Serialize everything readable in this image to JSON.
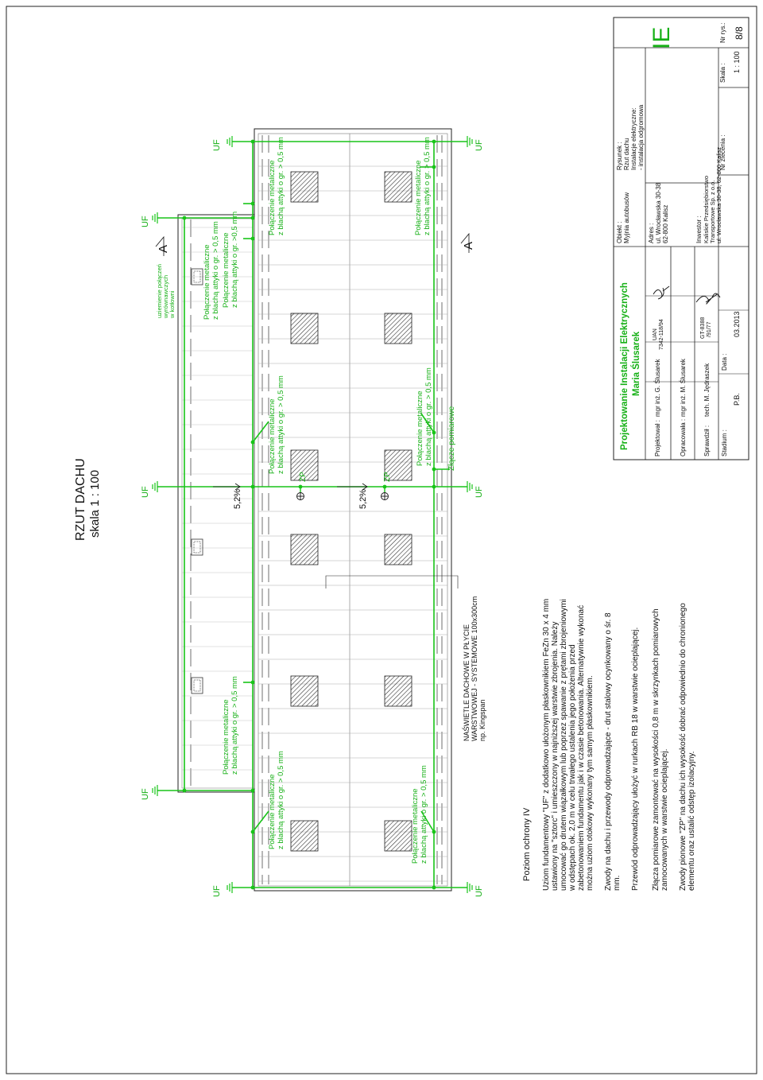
{
  "drawing": {
    "title": "RZUT DACHU",
    "scale": "skala 1 : 100"
  },
  "labels": {
    "uf": "UF",
    "zp": "ZP",
    "slope": "5,2%",
    "section_mark": "A",
    "connection_line1": "Połączenie metaliczne",
    "connection_line2": "z blachą attyki o gr. > 0,5 mm",
    "connection_line2_alt": "z blachą attyki o gr. >0,5 mm",
    "measurement_joint": "Złącze pomiarowe",
    "equalization_note": [
      "uziemienie połączeń",
      "wyrównawczych",
      "w kotłowni"
    ],
    "skylights_note": [
      "NAŚWIETLE DACHOWE W PŁYCIE",
      "WARSTWOWEJ - SYSTEMOWE 100x300cm",
      "np. Kingspan"
    ]
  },
  "notes": {
    "heading": "Poziom ochrony IV",
    "p1": [
      "Uziom fundamentowy \"UF\" z dodatkowo ułożonym płaskownikiem FeZn 30 x 4 mm",
      "ustawiony na \"sztorc\" i umieszczony w najniższej warstwie zbrojenia. Należy",
      "umocować go drutem wiązałkowym lub poprzez spawanie z prętami zbrojeniowymi",
      "w odstępach ok. 2,0 m w celu trwałego ustalenia jego położenia przed",
      "zabetonowaniem fundamentu jak i w czasie betonowania. Alternatywnie wykonać",
      "można uziom otokowy wykonany tym samym płaskownikiem."
    ],
    "p2": [
      "Zwody na dachu i przewody odprowadzające - drut stalowy ocynkowany o śr. 8",
      "mm."
    ],
    "p3": [
      "Przewód odprowadzający ułożyć w rurkach RB 18 w warstwie ocieplającej."
    ],
    "p4": [
      "Złącza pomiarowe zamontować na wysokości 0,8 m w skrzynkach pomiarowych",
      "zamocowanych w warstwie ocieplającej."
    ],
    "p5": [
      "Zwody pionowe \"ZP\" na dachu ich wysokość dobrać odpowiednio do chronionego",
      "elementu oraz ustalić odstęp izolacyjny."
    ]
  },
  "title_block": {
    "company": "Projektowanie Instalacji Elektrycznych",
    "owner": "Maria Ślusarek",
    "designed_label": "Projektował :",
    "designed_name": "mgr inż. G. Ślusarek",
    "license_label": "UAN",
    "license_no": "7342-118/94",
    "prepared_label": "Opracowała :",
    "prepared_name": "mgr inż. M. Ślusarek",
    "checked_label": "Sprawdził :",
    "checked_name": "tech. M. Jędraszek",
    "checked_license1": "GT-8388",
    "checked_license2": "/91/77",
    "stage_label": "Stadium :",
    "stage_value": "P.B.",
    "date_label": "Data :",
    "date_value": "03.2013",
    "object_label": "Obiekt :",
    "object_value": "Myjnia autobusów",
    "address_label": "Adres :",
    "address_line1": "ul. Wrocławska 30-38",
    "address_line2": "62-800 Kalisz",
    "investor_label": "Inwestor :",
    "investor_line1": "Kaliskie Przedsiębiorstwo",
    "investor_line2": "Transportowe Sp. z o.o.",
    "investor_line3": "ul. Wrocławska 30-38, 62-800 Kalisz",
    "drawing_label": "Rysunek :",
    "drawing_line1": "Rzut dachu",
    "drawing_line2": "Instalacje elektryczne:",
    "drawing_line3": "- instalacja odgromowa",
    "branch": "IE",
    "order_label": "Nr zlecenia :",
    "scale_label": "Skala :",
    "scale_value": "1 : 100",
    "sheet_label": "Nr rys.:",
    "sheet_value": "8/8"
  },
  "colors": {
    "lightning_green": "#18c418",
    "line_black": "#111111"
  }
}
